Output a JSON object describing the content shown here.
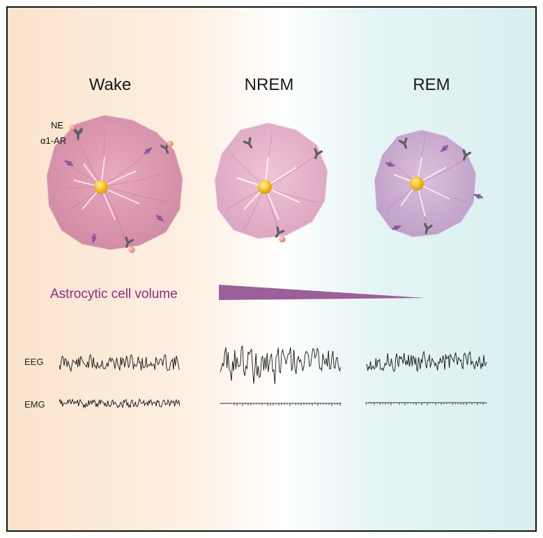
{
  "stages": [
    {
      "id": "wake",
      "label": "Wake"
    },
    {
      "id": "nrem",
      "label": "NREM"
    },
    {
      "id": "rem",
      "label": "REM"
    }
  ],
  "legend": {
    "ne_label": "NE",
    "receptor_label": "α1-AR"
  },
  "volume": {
    "label": "Astrocytic cell volume",
    "trend": "decreasing from NREM to REM"
  },
  "traces": {
    "eeg_label": "EEG",
    "emg_label": "EMG"
  },
  "colors": {
    "wake_bg": "#fbe8d6",
    "rem_bg": "#dff2f2",
    "wake_cell": "#d98ea8",
    "nrem_cell": "#e3a9c5",
    "rem_cell": "#c9a4cc",
    "arrow": "#8a5a9e",
    "volume_text": "#8a2b83",
    "wedge": "#9b5f99",
    "receptor": "#5f5f5f",
    "ne_dot": "#f08878",
    "soma": "#f2b619"
  },
  "icons": {
    "receptor": "y-shaped-receptor-icon",
    "ne": "ne-molecule-dot-icon",
    "arrow": "volume-change-arrow-icon"
  }
}
